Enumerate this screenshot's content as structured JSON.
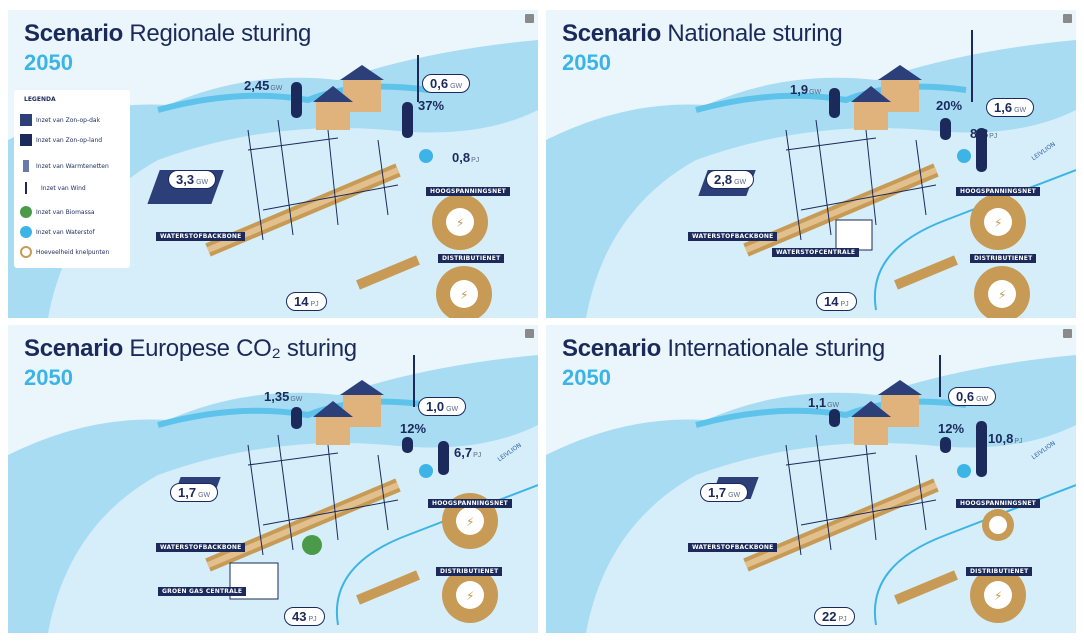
{
  "colors": {
    "sea": "#9fd8f2",
    "land": "#dff2fb",
    "navy": "#1b2a5b",
    "accent": "#3db4e6",
    "pipe": "#c79a55"
  },
  "panels": [
    {
      "title_bold": "Scenario",
      "title_rest": "Regionale sturing",
      "year": "2050",
      "solar_roof": {
        "value": "2,45",
        "unit": "GW"
      },
      "wind": {
        "value": "0,6",
        "unit": "GW"
      },
      "heat": {
        "value": "37%"
      },
      "hydrogen": {
        "value": "0,8",
        "unit": "PJ"
      },
      "solar_land": {
        "value": "3,3",
        "unit": "GW"
      },
      "biomass": {
        "value": "14",
        "unit": "PJ"
      },
      "labels": {
        "backbone": "WATERSTOFBACKBONE",
        "highvoltage": "HOOGSPANNINGSNET",
        "distribution": "DISTRIBUTIENET"
      },
      "legend": {
        "title": "LEGENDA",
        "items": [
          "Inzet van Zon-op-dak",
          "Inzet van Zon-op-land",
          "Inzet van Warmtenetten",
          "Inzet van Wind",
          "Inzet van Biomassa",
          "Inzet van Waterstof",
          "Hoeveelheid knelpunten"
        ]
      }
    },
    {
      "title_bold": "Scenario",
      "title_rest": "Nationale sturing",
      "year": "2050",
      "solar_roof": {
        "value": "1,9",
        "unit": "GW"
      },
      "wind": {
        "value": "1,6",
        "unit": "GW"
      },
      "heat": {
        "value": "20%"
      },
      "hydrogen": {
        "value": "8,8",
        "unit": "PJ"
      },
      "solar_land": {
        "value": "2,8",
        "unit": "GW"
      },
      "biomass": {
        "value": "14",
        "unit": "PJ"
      },
      "labels": {
        "backbone": "WATERSTOFBACKBONE",
        "highvoltage": "HOOGSPANNINGSNET",
        "distribution": "DISTRIBUTIENET",
        "plant": "WATERSTOFCENTRALE",
        "pipe": "LEIVLION"
      }
    },
    {
      "title_bold": "Scenario",
      "title_rest": "Europese CO₂ sturing",
      "year": "2050",
      "solar_roof": {
        "value": "1,35",
        "unit": "GW"
      },
      "wind": {
        "value": "1,0",
        "unit": "GW"
      },
      "heat": {
        "value": "12%"
      },
      "hydrogen": {
        "value": "6,7",
        "unit": "PJ"
      },
      "solar_land": {
        "value": "1,7",
        "unit": "GW"
      },
      "biomass": {
        "value": "43",
        "unit": "PJ"
      },
      "labels": {
        "backbone": "WATERSTOFBACKBONE",
        "highvoltage": "HOOGSPANNINGSNET",
        "distribution": "DISTRIBUTIENET",
        "plant": "GROEN GAS CENTRALE",
        "pipe": "LEIVLION"
      }
    },
    {
      "title_bold": "Scenario",
      "title_rest": "Internationale sturing",
      "year": "2050",
      "solar_roof": {
        "value": "1,1",
        "unit": "GW"
      },
      "wind": {
        "value": "0,6",
        "unit": "GW"
      },
      "heat": {
        "value": "12%"
      },
      "hydrogen": {
        "value": "10,8",
        "unit": "PJ"
      },
      "solar_land": {
        "value": "1,7",
        "unit": "GW"
      },
      "biomass": {
        "value": "22",
        "unit": "PJ"
      },
      "labels": {
        "backbone": "WATERSTOFBACKBONE",
        "highvoltage": "HOOGSPANNINGSNET",
        "distribution": "DISTRIBUTIENET",
        "pipe": "LEIVLION"
      }
    }
  ]
}
